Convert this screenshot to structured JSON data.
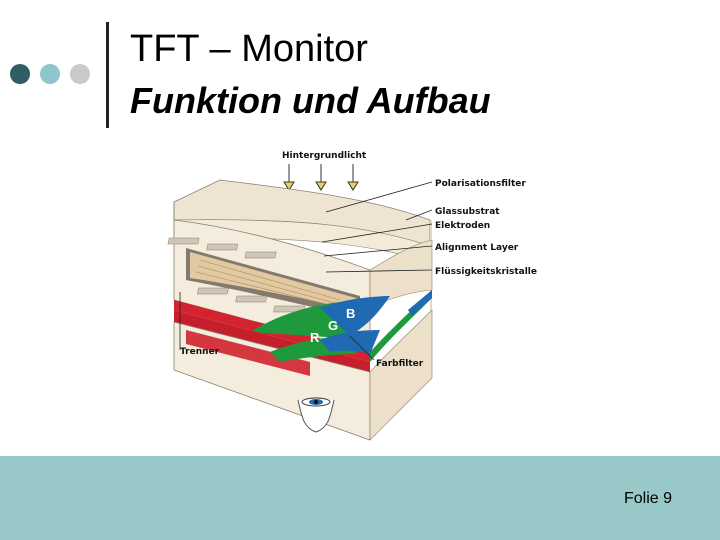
{
  "title": {
    "line1": "TFT – Monitor",
    "line2": "Funktion und Aufbau"
  },
  "decor_dot_colors": [
    "#2e5d66",
    "#8fc6cc",
    "#c9c9c9"
  ],
  "diagram": {
    "labels": {
      "backlight": "Hintergrundlicht",
      "polarizer": "Polarisationsfilter",
      "glass": "Glassubstrat",
      "electrodes": "Elektroden",
      "alignment": "Alignment Layer",
      "crystals": "Flüssigkeitskristalle",
      "separator": "Trenner",
      "colorfilter": "Farbfilter"
    },
    "color_letters": {
      "red": "R",
      "green": "G",
      "blue": "B"
    },
    "colors": {
      "red": "#d2232e",
      "green": "#1e9a3c",
      "blue": "#1f6ab3"
    }
  },
  "footer": {
    "slide_label": "Folie 9",
    "color": "#99c8c8"
  }
}
